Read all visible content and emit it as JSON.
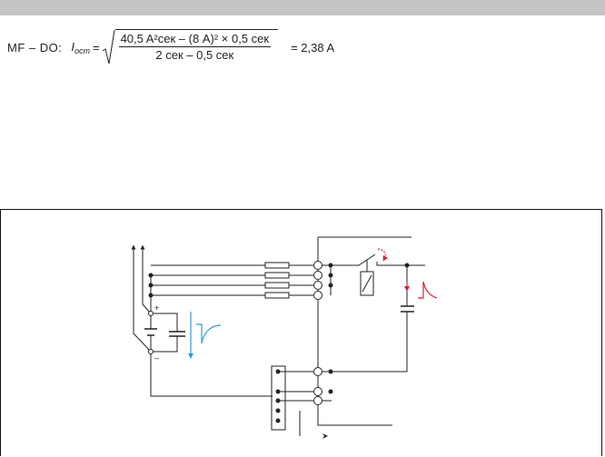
{
  "formula": {
    "label": "MF – DO:",
    "variable": "I",
    "subscript": "ост",
    "equals": "=",
    "numerator": "40,5 A²сек  –  (8 A)²  ×  0,5 сек",
    "denominator": "2 сек  –  0,5 сек",
    "result": "=   2,38 A"
  },
  "diagram": {
    "terminal_plus": "+",
    "terminal_minus": "–",
    "colors": {
      "line": "#222222",
      "red": "#d8203a",
      "blue": "#2a9fd8"
    }
  }
}
